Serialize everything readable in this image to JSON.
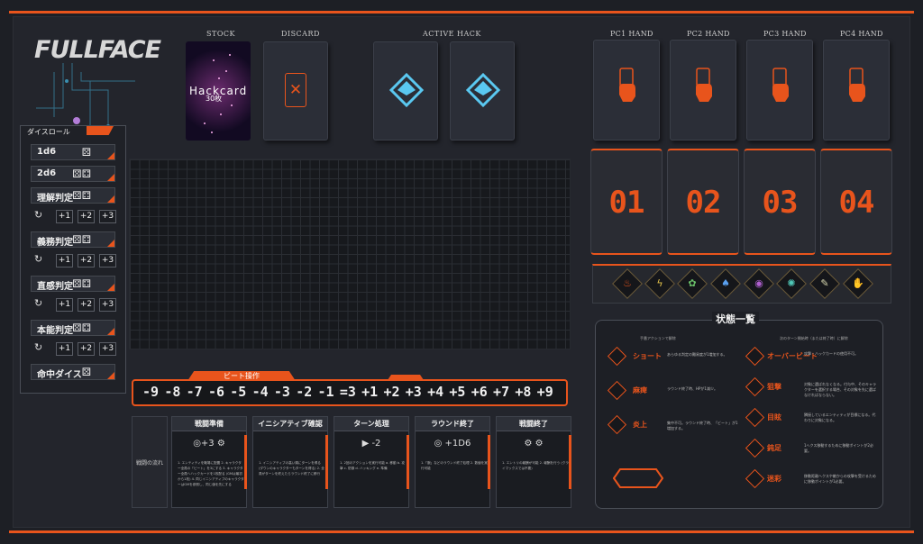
{
  "logo": "FULLFACE",
  "labels": {
    "stock": "STOCK",
    "discard": "DISCARD",
    "active_hack": "ACTIVE HACK"
  },
  "stock": {
    "count": "30枚",
    "card_text": "Hackcard"
  },
  "pc_heads": [
    "PC1 HAND",
    "PC2 HAND",
    "PC3 HAND",
    "PC4 HAND"
  ],
  "pc_numbers": [
    "01",
    "02",
    "03",
    "04"
  ],
  "dice": {
    "title": "ダイスロール",
    "rows": [
      {
        "label": "1d6",
        "mods": false
      },
      {
        "label": "2d6",
        "mods": false
      },
      {
        "label": "理解判定",
        "mods": true
      },
      {
        "label": "義務判定",
        "mods": true
      },
      {
        "label": "直感判定",
        "mods": true
      },
      {
        "label": "本能判定",
        "mods": true
      },
      {
        "label": "命中ダイス",
        "mods": false
      }
    ],
    "mod_labels": [
      "+1",
      "+2",
      "+3"
    ]
  },
  "beat": {
    "title": "ビート操作",
    "values": [
      "-9",
      "-8",
      "-7",
      "-6",
      "-5",
      "-4",
      "-3",
      "-2",
      "-1",
      "=3",
      "+1",
      "+2",
      "+3",
      "+4",
      "+5",
      "+6",
      "+7",
      "+8",
      "+9"
    ]
  },
  "flow": {
    "side": "戦闘の流れ",
    "phases": [
      {
        "title": "戦闘準備",
        "icon": "◎+3 ⚙",
        "body": "1. エンティティを戦場に配置\n2. キャラクター全員の「ビート」を3にする\n3. キャラクター全員へハックカードを1枚配る\n(GMは最初から1枚)\n4. 同じイニシアティブのキャラクターはGMを参照し、同じ値を先にする"
      },
      {
        "title": "イニシアティブ確認",
        "icon": "",
        "body": "1. イニシアティブの高い順にターンを得る\n(ダウンのキャラクターもターンを得る)\n2. 全員がターンを終えたらラウンド終了に移行"
      },
      {
        "title": "ターン処理",
        "icon": "▶ -2",
        "body": "1. 2回のアクションを実行可能\na. 移動\nb. 攻撃\nc. 防御\nd. ハッキング\ne. 準備"
      },
      {
        "title": "ラウンド終了",
        "icon": "◎ +1D6",
        "body": "1.「腕」などのラウンド終了処理\n2. 数値を実行可能"
      },
      {
        "title": "戦闘終了",
        "icon": "⚙ ⚙",
        "body": "1. エントリの報酬が可能\n2. 報酬を行う\n(クライマックスでは不要)"
      }
    ]
  },
  "status": {
    "title": "状態一覧",
    "left_header": "手番アクションで解除",
    "right_header": "次のターン開始時（または終了時）に解除",
    "left": [
      {
        "name": "ショート",
        "desc": "あらゆる判定の難易度が1増加する。"
      },
      {
        "name": "麻痺",
        "desc": "ラウンド終了時、HPが1減少。"
      },
      {
        "name": "炎上",
        "desc": "集中不可。ラウンド終了時、「ビート」が1増加する。"
      }
    ],
    "right": [
      {
        "name": "オーバービート",
        "desc": "攻撃・ハックカードの使用不可。"
      },
      {
        "name": "狙撃",
        "desc": "対象に選ばれなくなる。付与中、そのキャラクターを選択する場合、その対象を先に選ばなければならない。"
      },
      {
        "name": "目眩",
        "desc": "隣接しているエンティティが目標になる。代わりに対象になる。"
      },
      {
        "name": "鈍足",
        "desc": "1ヘクス移動するために移動ポイントが2必要。"
      },
      {
        "name": "迷彩",
        "desc": "移動距離ヘクスや敵からの攻撃を受けるために移動ポイントが1必要。"
      }
    ]
  },
  "conditions": [
    {
      "icon": "fire",
      "color": "#e8541c"
    },
    {
      "icon": "bolt",
      "color": "#e2c14a"
    },
    {
      "icon": "leaf",
      "color": "#6ac06a"
    },
    {
      "icon": "flame-blue",
      "color": "#5aa0f0"
    },
    {
      "icon": "eye",
      "color": "#b060d0"
    },
    {
      "icon": "target",
      "color": "#50c8b8"
    },
    {
      "icon": "boot",
      "color": "#d8d8b0"
    },
    {
      "icon": "hand",
      "color": "#f0a060"
    }
  ]
}
